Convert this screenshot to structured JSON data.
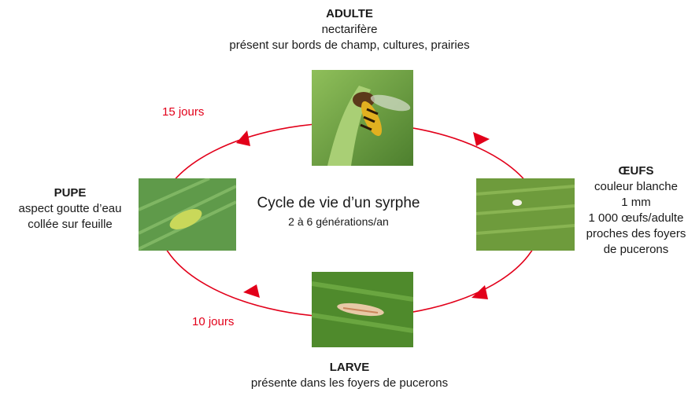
{
  "diagram": {
    "center": {
      "title": "Cycle de vie d’un syrphe",
      "subtitle": "2 à 6 générations/an"
    },
    "stages": {
      "adulte": {
        "title": "ADULTE",
        "lines": [
          "nectarifère",
          "présent sur bords de champ, cultures, prairies"
        ],
        "photo": "hoverfly on green plant"
      },
      "oeufs": {
        "title": "ŒUFS",
        "lines": [
          "couleur blanche",
          "1 mm",
          "1 000 œufs/adulte",
          "proches des foyers",
          "de pucerons"
        ],
        "photo": "white egg on leaf"
      },
      "larve": {
        "title": "LARVE",
        "lines": [
          "présente dans les foyers de pucerons"
        ],
        "photo": "larva on leaf"
      },
      "pupe": {
        "title": "PUPE",
        "lines": [
          "aspect goutte d’eau",
          "collée sur feuille"
        ],
        "photo": "pupa on leaf"
      }
    },
    "durations": {
      "pupe_to_adulte": "15 jours",
      "larve_to_pupe": "10 jours"
    },
    "colors": {
      "cycle": "#e2001a",
      "text": "#1a1a1a"
    }
  }
}
